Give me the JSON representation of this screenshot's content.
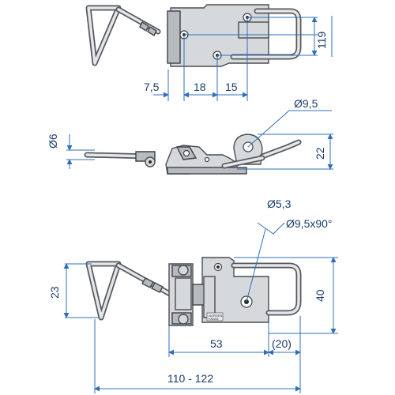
{
  "drawing": {
    "top_view": {
      "dim_height": "119",
      "dim_offset_1": "7,5",
      "dim_offset_2": "18",
      "dim_offset_3": "15"
    },
    "side_view": {
      "dim_wire_diameter": "Ø6",
      "dim_hole_diameter": "Ø9,5",
      "dim_height": "22"
    },
    "bottom_view": {
      "dim_hole_small": "Ø5,3",
      "dim_countersink": "Ø9,5x90°",
      "dim_loop_height": "23",
      "dim_plate_height": "40",
      "dim_mount_spacing": "53",
      "dim_hook_length": "(20)",
      "dim_total_length": "110 - 122"
    },
    "stamp_text": [
      "NORDEN",
      "FAVAN"
    ]
  }
}
